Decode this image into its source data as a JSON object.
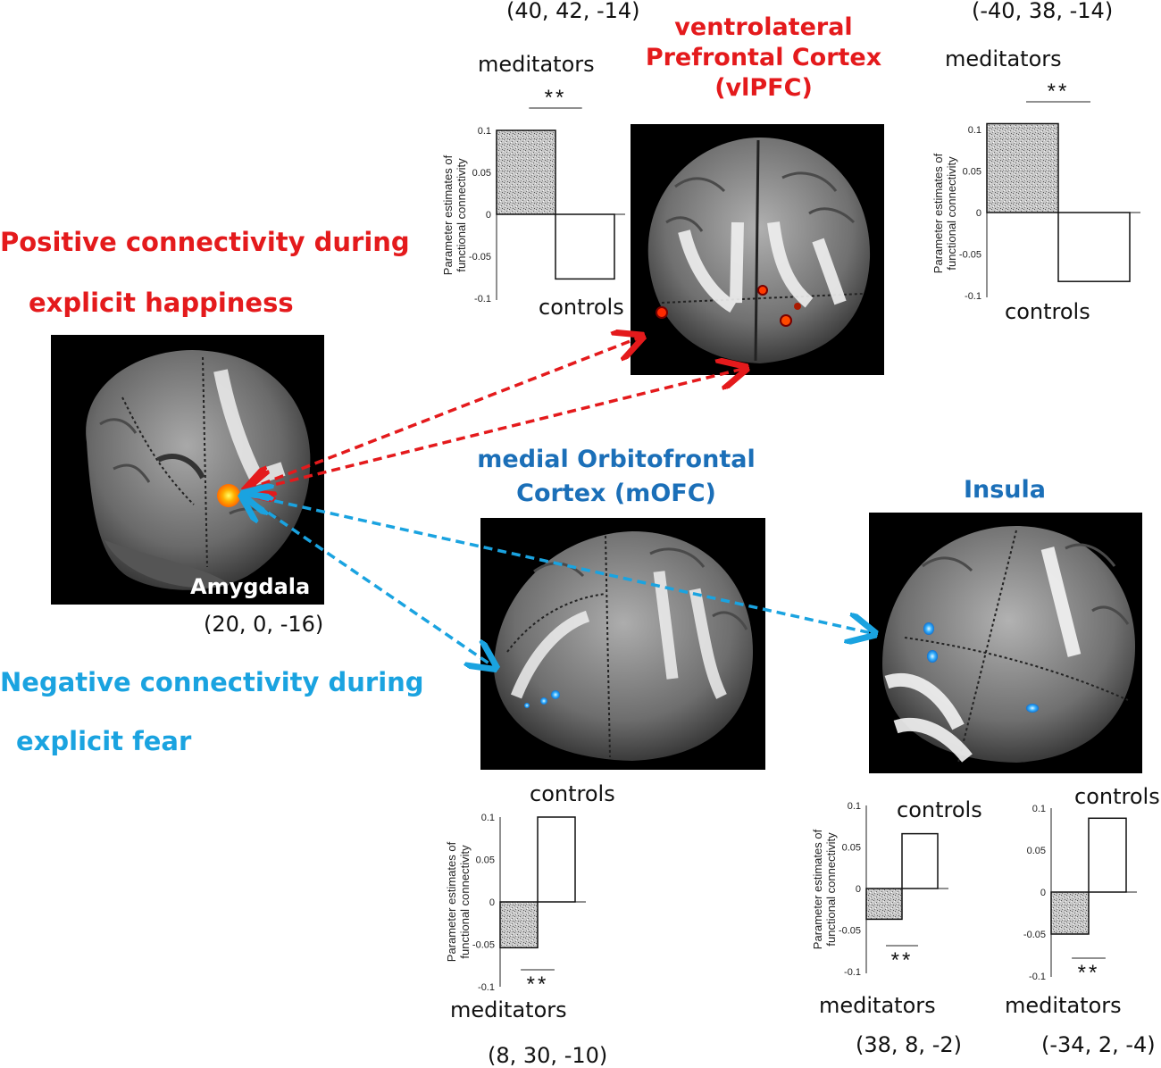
{
  "side_labels": {
    "positive_line1": "Positive connectivity during",
    "positive_line2": "explicit  happiness",
    "negative_line1": "Negative connectivity during",
    "negative_line2": "explicit  fear"
  },
  "regions": {
    "vlpfc_title": [
      "ventrolateral",
      "Prefrontal Cortex",
      "(vlPFC)"
    ],
    "mofc_title": [
      "medial Orbitofrontal",
      "Cortex (mOFC)"
    ],
    "insula_title": "Insula",
    "amygdala_label": "Amygdala",
    "amygdala_coord": "(20, 0, -16)"
  },
  "coords": {
    "vlpfc_right": "(40, 42, -14)",
    "vlpfc_left": "(-40, 38, -14)",
    "mofc": "(8, 30, -10)",
    "insula_right": "(38, 8, -2)",
    "insula_left": "(-34, 2, -4)"
  },
  "colors": {
    "positive": "#e41a1c",
    "negative_side": "#1aa3e0",
    "region_blue": "#1b6fb8",
    "arrow_red": "#e41a1c",
    "arrow_blue": "#1aa3e0"
  },
  "chart_data": [
    {
      "type": "bar",
      "ylabel": "Parameter estimates of functional connectivity",
      "ylim": [
        -0.1,
        0.1
      ],
      "yticks": [
        "0.1",
        "0.05",
        "0",
        "-0.05",
        "-0.1"
      ],
      "categories": [
        "meditators",
        "controls"
      ],
      "values": [
        0.1,
        -0.077
      ],
      "significance": "**"
    },
    {
      "type": "bar",
      "ylabel": "Parameter estimates of functional connectivity",
      "ylim": [
        -0.1,
        0.1
      ],
      "yticks": [
        "0.1",
        "0.05",
        "0",
        "-0.05",
        "-0.1"
      ],
      "categories": [
        "meditators",
        "controls"
      ],
      "values": [
        0.107,
        -0.083
      ],
      "significance": "**"
    },
    {
      "type": "bar",
      "ylabel": "Parameter estimates of functional connectivity",
      "ylim": [
        -0.1,
        0.1
      ],
      "yticks": [
        "0.1",
        "0.05",
        "0",
        "-0.05",
        "-0.1"
      ],
      "categories": [
        "meditators",
        "controls"
      ],
      "values": [
        -0.054,
        0.1
      ],
      "significance": "**"
    },
    {
      "type": "bar",
      "ylabel": "Parameter estimates of functional connectivity",
      "ylim": [
        -0.1,
        0.1
      ],
      "yticks": [
        "0.1",
        "0.05",
        "0",
        "-0.05",
        "-0.1"
      ],
      "categories": [
        "meditators",
        "controls"
      ],
      "values": [
        -0.037,
        0.066
      ],
      "significance": "**"
    },
    {
      "type": "bar",
      "ylabel": "",
      "ylim": [
        -0.1,
        0.1
      ],
      "yticks": [
        "0.1",
        "0.05",
        "0",
        "-0.05",
        "-0.1"
      ],
      "categories": [
        "meditators",
        "controls"
      ],
      "values": [
        -0.05,
        0.088
      ],
      "significance": "**"
    }
  ]
}
